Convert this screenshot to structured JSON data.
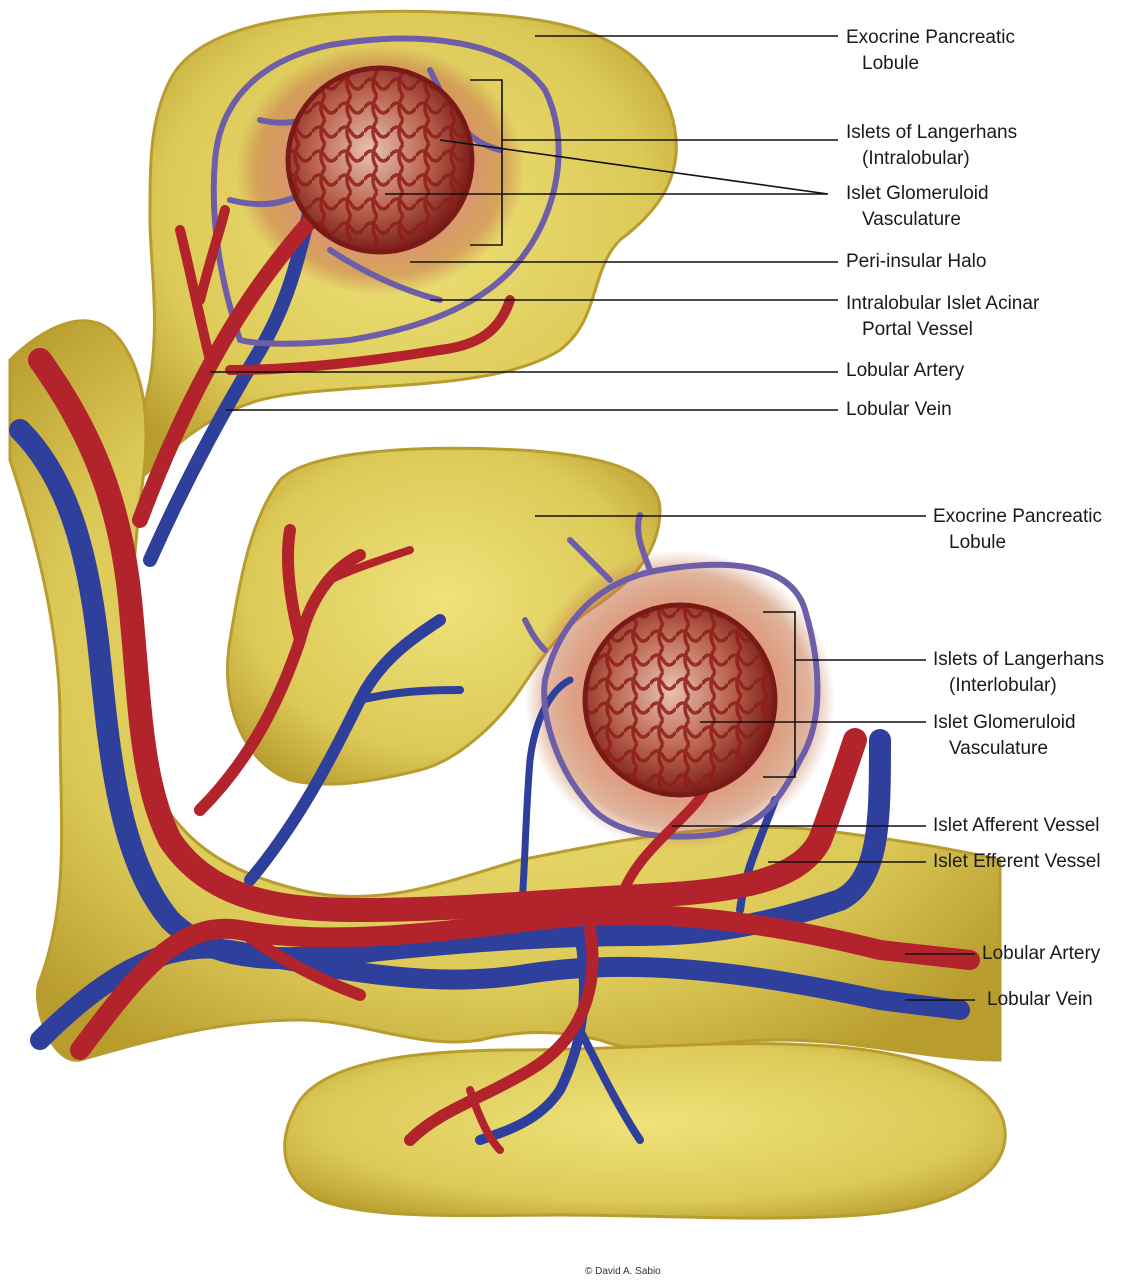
{
  "labels": {
    "top_lobule": [
      "Exocrine Pancreatic",
      "Lobule"
    ],
    "islets_intra": [
      "Islets of Langerhans",
      "(Intralobular)"
    ],
    "glomeruloid_top": [
      "Islet Glomeruloid",
      "Vasculature"
    ],
    "peri_halo": "Peri-insular Halo",
    "portal_vessel": [
      "Intralobular Islet Acinar",
      "Portal Vessel"
    ],
    "lobular_artery_top": "Lobular Artery",
    "lobular_vein_top": "Lobular Vein",
    "mid_lobule": [
      "Exocrine Pancreatic",
      "Lobule"
    ],
    "islets_inter": [
      "Islets of Langerhans",
      "(Interlobular)"
    ],
    "glomeruloid_bottom": [
      "Islet Glomeruloid",
      "Vasculature"
    ],
    "afferent": "Islet Afferent Vessel",
    "efferent": "Islet Efferent Vessel",
    "lobular_artery_bottom": "Lobular Artery",
    "lobular_vein_bottom": "Lobular Vein"
  },
  "credit": "© David A. Sabio",
  "colors": {
    "tissue": "#e3d25e",
    "tissue_edge": "#b79d2c",
    "artery": "#b3232c",
    "vein": "#2e3f9c",
    "islet": "#8a1e1a",
    "halo": "#d98b6a",
    "leader": "#111111"
  }
}
